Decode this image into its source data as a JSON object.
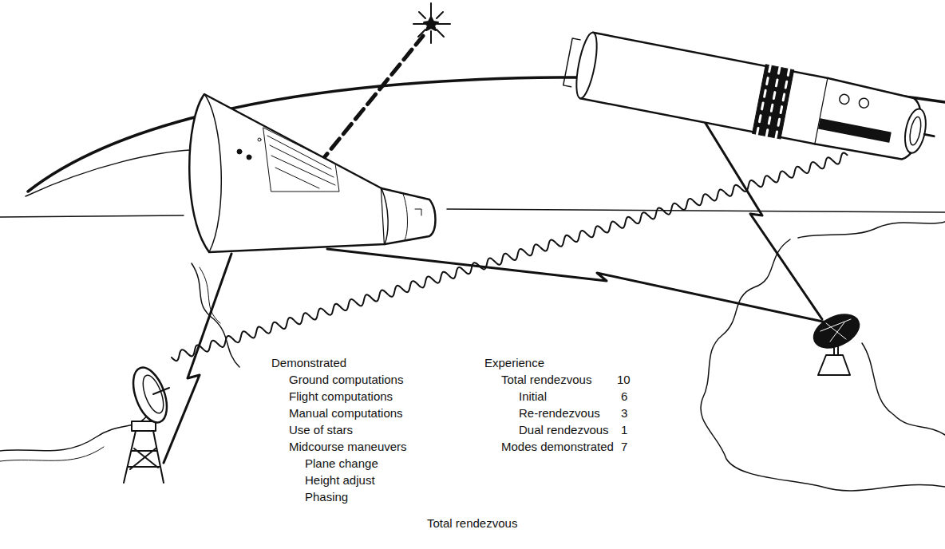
{
  "diagram": {
    "caption": "Total rendezvous",
    "labels": [
      "Demonstrated",
      "Ground computations",
      "Flight computations",
      "Manual computations",
      "Use of stars",
      "Midcourse maneuvers",
      "Plane change",
      "Height adjust",
      "Phasing",
      "Experience",
      "Total rendezvous",
      "10",
      "Initial",
      "6",
      "Re-rendezvous",
      "3",
      "Dual rendezvous",
      "1",
      "Modes demonstrated",
      "7"
    ]
  }
}
